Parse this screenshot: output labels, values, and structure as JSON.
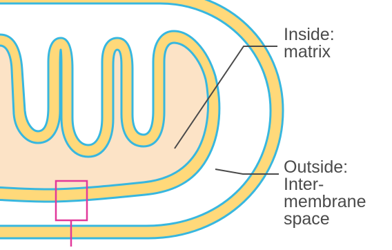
{
  "diagram": {
    "labels": {
      "matrix": {
        "line1": "Inside:",
        "line2": "matrix"
      },
      "intermembrane": {
        "line1": "Outside:",
        "line2": "Inter-",
        "line3": "membrane",
        "line4": "space"
      }
    },
    "colors": {
      "membrane_fill": "#FFD97A",
      "membrane_outline": "#38B7DF",
      "matrix_fill": "#FCE3C6",
      "intermembrane_fill": "#FFFFFF",
      "leader_line": "#4a4a4a",
      "highlight_box": "#E1389A"
    }
  }
}
